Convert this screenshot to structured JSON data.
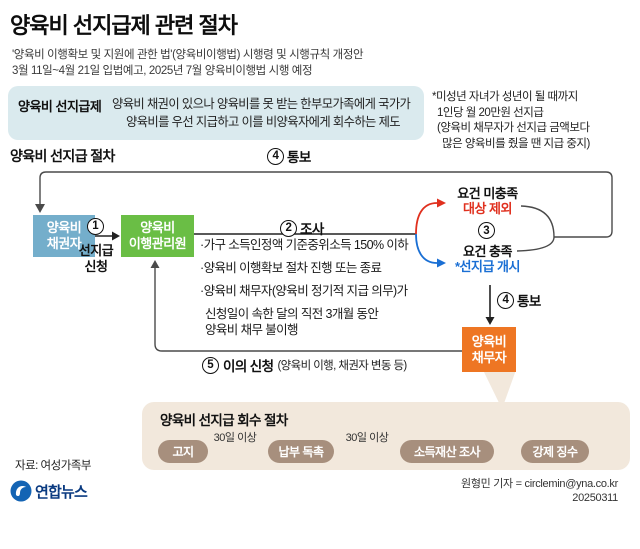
{
  "header": {
    "title": "양육비 선지급제 관련 절차",
    "subtitle_line1": "'양육비 이행확보 및 지원에 관한 법'(양육비이행법) 시행령 및 시행규칙 개정안",
    "subtitle_line2": "3월 11일~4월 21일 입법예고, 2025년 7월 양육비이행법 시행 예정"
  },
  "definition": {
    "term": "양육비 선지급제",
    "desc_line1": "양육비 채권이 있으나 양육비를 못 받는 한부모가족에게 국가가",
    "desc_line2": "양육비를 우선 지급하고 이를 비양육자에게 회수하는 제도"
  },
  "side_note": {
    "line1": "*미성년 자녀가 성년이 될 때까지",
    "line2": "1인당 월 20만원 선지급",
    "line3": "(양육비 채무자가 선지급 금액보다",
    "line4": "많은 양육비를 줬을 땐 지급 중지)"
  },
  "flow": {
    "section_title": "양육비 선지급 절차",
    "notify_top": {
      "num": "4",
      "label": "통보"
    },
    "creditor_box": {
      "line1": "양육비",
      "line2": "채권자"
    },
    "step1": {
      "num": "1",
      "label_line1": "선지급",
      "label_line2": "신청"
    },
    "agency_box": {
      "line1": "양육비",
      "line2": "이행관리원"
    },
    "step2": {
      "num": "2",
      "label": "조사"
    },
    "criteria": [
      "·가구 소득인정액 기준중위소득 150% 이하",
      "·양육비 이행확보 절차 진행 또는 종료",
      "·양육비 채무자(양육비 정기적 지급 의무)가",
      "신청일이 속한 달의 직전 3개월 동안",
      "양육비 채무 불이행"
    ],
    "step3": {
      "num": "3",
      "fail_line1": "요건 미충족",
      "fail_line2": "대상 제외",
      "pass_line1": "요건 충족",
      "pass_line2": "*선지급 개시"
    },
    "notify_mid": {
      "num": "4",
      "label": "통보"
    },
    "debtor_box": {
      "line1": "양육비",
      "line2": "채무자"
    },
    "step5": {
      "num": "5",
      "label": "이의 신청",
      "label_detail": "(양육비 이행, 채권자 변동 등)"
    }
  },
  "recovery": {
    "title": "양육비 선지급 회수 절차",
    "steps": [
      "고지",
      "납부 독촉",
      "소득재산 조사",
      "강제 징수"
    ],
    "interval_label": "30일 이상"
  },
  "footer": {
    "source": "자료: 여성가족부",
    "logo_text": "연합뉴스",
    "credit_line1": "원형민 기자 = circlemin@yna.co.kr",
    "credit_line2": "20250311"
  },
  "colors": {
    "creditor_box": "#74aecb",
    "agency_box": "#6abe45",
    "debtor_box": "#ee7623",
    "fail_red": "#e0301e",
    "pass_blue": "#1a6fd4",
    "definition_bg": "#daeaee",
    "recovery_bg": "#f2e8dc",
    "recovery_pill": "#a78f7d",
    "logo_blue": "#1464b4"
  }
}
